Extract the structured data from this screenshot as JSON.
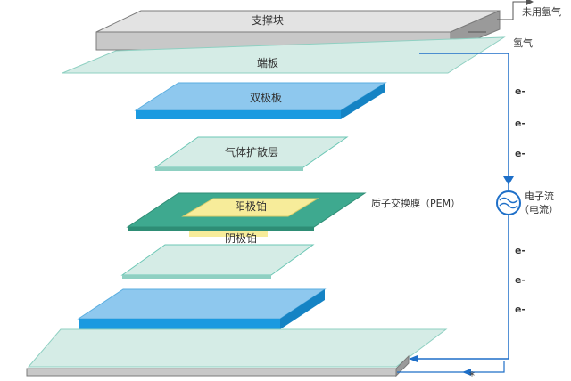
{
  "layers": {
    "support_block": "支撑块",
    "end_plate": "端板",
    "bipolar_plate": "双极板",
    "gas_diffusion_layer": "气体扩散层",
    "anode_platinum": "阳极铂",
    "pem": "质子交换膜（PEM）",
    "cathode_platinum": "阴极铂"
  },
  "flow": {
    "unused_hydrogen": "未用氢气",
    "hydrogen": "氢气",
    "current_line1": "电子流",
    "current_line2": "（电流）",
    "electron": "e-",
    "bottom_mark": "*"
  },
  "colors": {
    "flow_line": "#1e6fc8",
    "bipolar": "#8ec8ee",
    "bipolar_edge": "#1b9ae0",
    "light_plate": "#d5ece6",
    "plate_stroke": "#6cc7b5",
    "pem": "#3ea98f",
    "platinum": "#f7ec9a",
    "support_top": "#e2e2e2",
    "support_front": "#c7c7c7"
  }
}
